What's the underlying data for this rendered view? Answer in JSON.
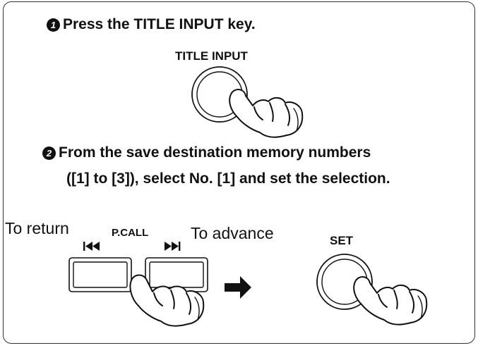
{
  "steps": [
    {
      "number": "1",
      "text": "Press the TITLE INPUT key."
    },
    {
      "number": "2",
      "line1": "From the save destination memory numbers",
      "line2": "([1] to [3]), select No. [1] and set the selection."
    }
  ],
  "keys": {
    "title_input": "TITLE INPUT",
    "p_call": "P.CALL",
    "set": "SET"
  },
  "labels": {
    "to_return": "To return",
    "to_advance": "To advance"
  }
}
